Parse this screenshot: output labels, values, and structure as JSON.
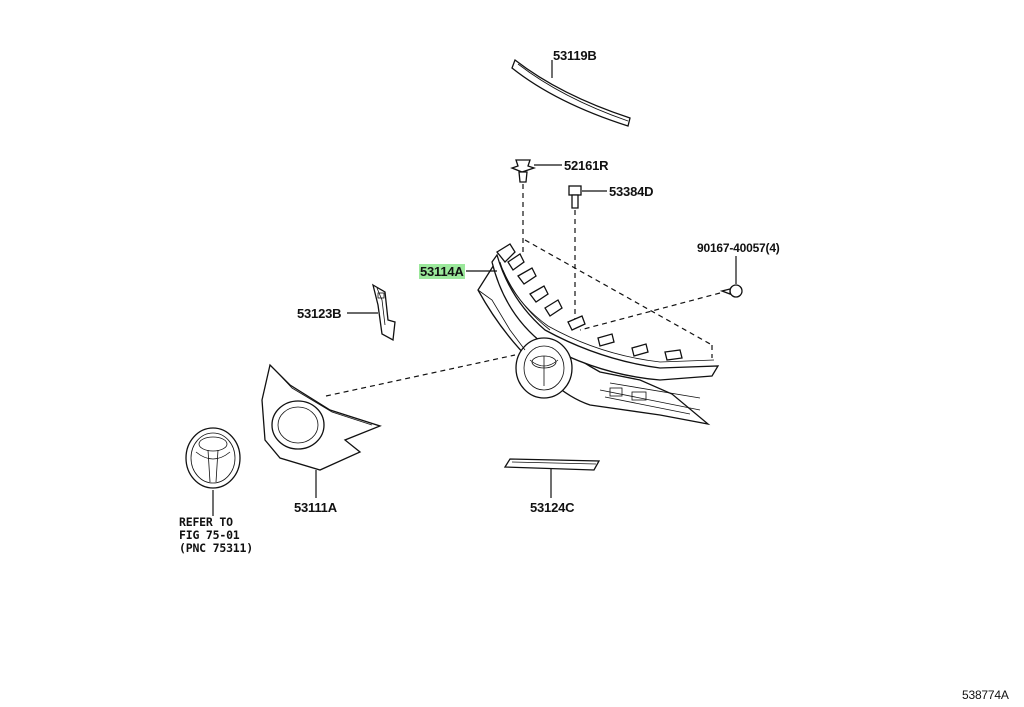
{
  "labels": {
    "p53119B": "53119B",
    "p52161R": "52161R",
    "p53384D": "53384D",
    "p90167": "90167-40057(4)",
    "p53114A": "53114A",
    "p53123B": "53123B",
    "p53111A": "53111A",
    "p53124C": "53124C",
    "refer_line1": "REFER TO",
    "refer_line2": "FIG 75-01",
    "refer_line3": "(PNC 75311)",
    "fig_code": "538774A"
  },
  "colors": {
    "highlight": "#9be89b",
    "ink": "#111111"
  }
}
